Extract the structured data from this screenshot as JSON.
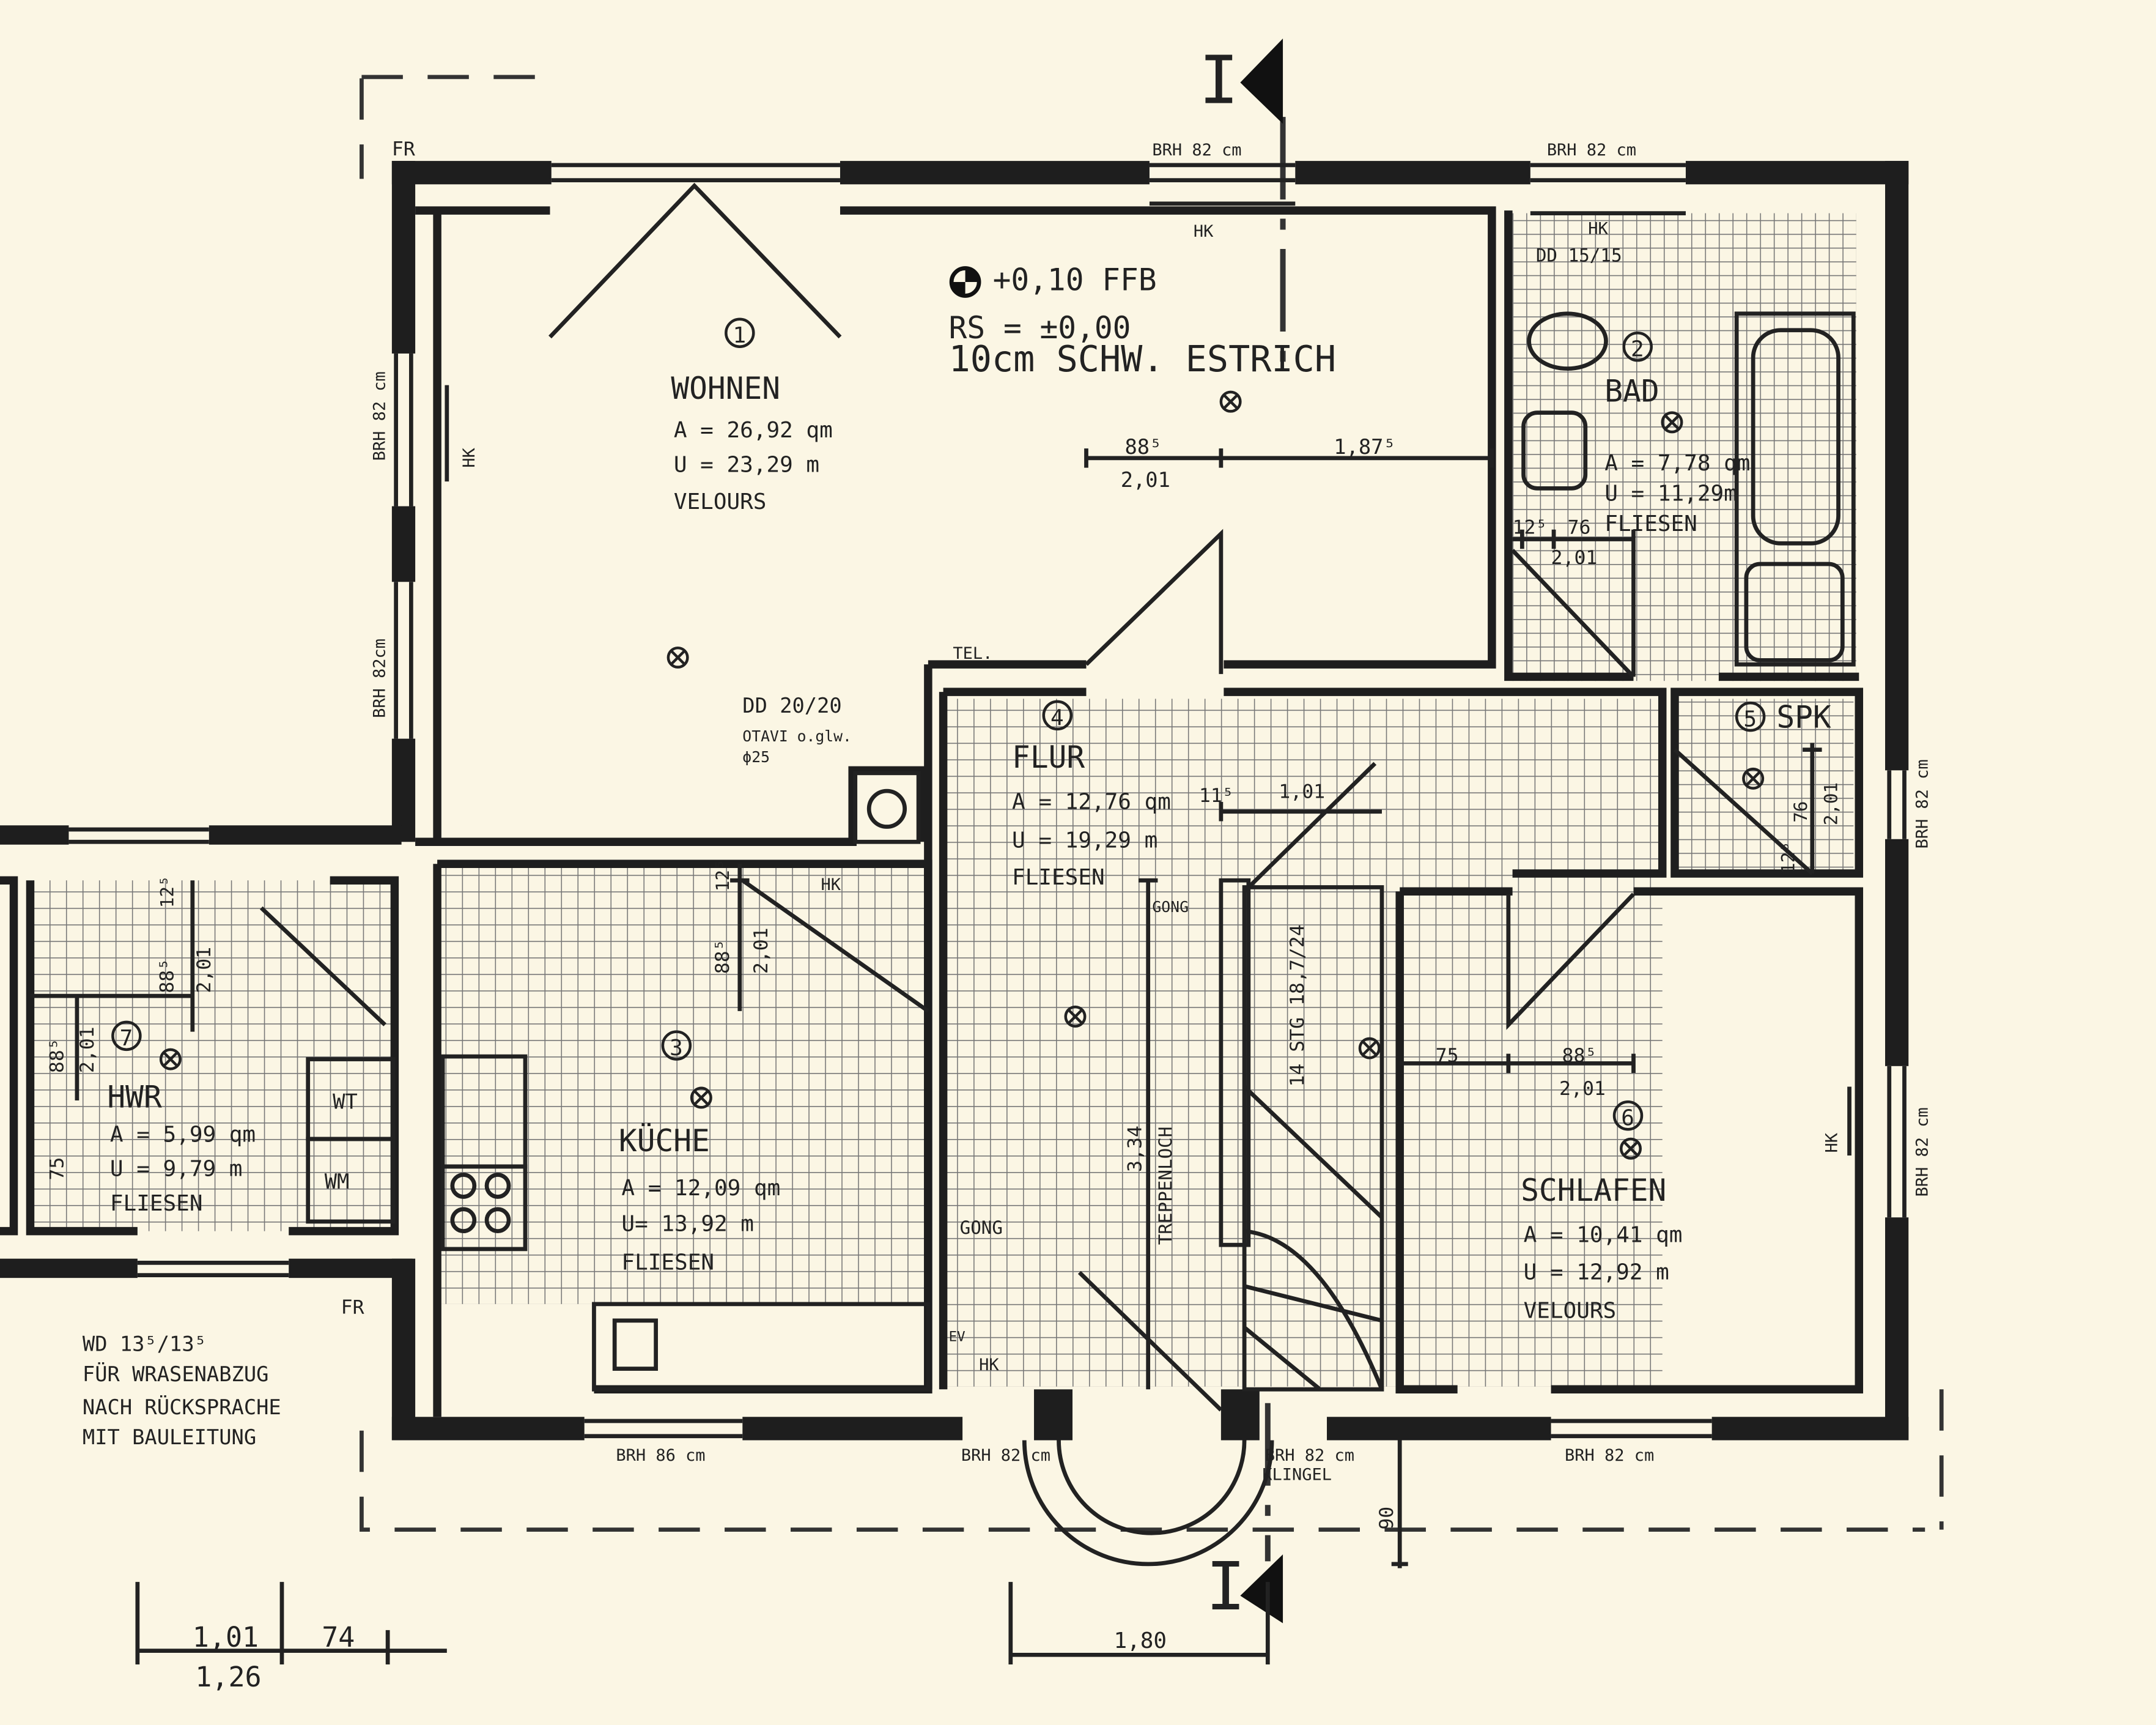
{
  "section_marker": "I",
  "level": {
    "ffb": "+0,10 FFB",
    "rs": "RS = ±0,00",
    "estrich": "10cm SCHW. ESTRICH"
  },
  "rooms": [
    {
      "id": "1",
      "name": "WOHNEN",
      "area": "A = 26,92 qm",
      "perimeter": "U = 23,29 m",
      "floor": "VELOURS"
    },
    {
      "id": "2",
      "name": "BAD",
      "area": "A = 7,78 qm",
      "perimeter": "U = 11,29m",
      "floor": "FLIESEN"
    },
    {
      "id": "3",
      "name": "KÜCHE",
      "area": "A = 12,09 qm",
      "perimeter": "U= 13,92 m",
      "floor": "FLIESEN"
    },
    {
      "id": "4",
      "name": "FLUR",
      "area": "A = 12,76 qm",
      "perimeter": "U = 19,29 m",
      "floor": "FLIESEN"
    },
    {
      "id": "5",
      "name": "SPK",
      "area": "",
      "perimeter": "",
      "floor": ""
    },
    {
      "id": "6",
      "name": "SCHLAFEN",
      "area": "A = 10,41 qm",
      "perimeter": "U = 12,92 m",
      "floor": "VELOURS"
    },
    {
      "id": "7",
      "name": "HWR",
      "area": "A = 5,99 qm",
      "perimeter": "U = 9,79 m",
      "floor": "FLIESEN"
    }
  ],
  "window_labels": {
    "brh_top_1": "BRH 82 cm",
    "brh_top_2": "BRH 82 cm",
    "brh_left_1": "BRH 82 cm",
    "brh_left_2": "BRH 82cm",
    "brh_right_1": "BRH 82 cm",
    "brh_right_2": "BRH 82 cm",
    "brh_bottom_1": "BRH 86 cm",
    "brh_bottom_2": "BRH 82 cm",
    "brh_bottom_3": "BRH 82 cm",
    "brh_bottom_4": "BRH 82 cm",
    "hk": "HK"
  },
  "annotations": {
    "fr": "FR",
    "tel": "TEL.",
    "dd_bad": "DD 15/15",
    "dd_20": "DD 20/20",
    "otavi": "OTAVI o.glw.",
    "phi": "ϕ25",
    "gong": "GONG",
    "klingel": "KLINGEL",
    "treppenloch": "TREPPENLOCH",
    "stairs": "14 STG 18,7/24",
    "wt": "WT",
    "wm": "WM",
    "ev": "EV",
    "wd": "WD 13⁵/13⁵",
    "wrasen_1": "FÜR WRASENABZUG",
    "wrasen_2": "NACH RÜCKSPRACHE",
    "wrasen_3": "MIT BAULEITUNG"
  },
  "dimensions": {
    "wohnen_885": "88⁵",
    "wohnen_201": "2,01",
    "wohnen_1875": "1,87⁵",
    "bad_125": "12⁵",
    "bad_76": "76",
    "bad_201": "2,01",
    "flur_115": "11⁵",
    "flur_101": "1,01",
    "flur_334": "3,34",
    "spk_125": "12⁵",
    "spk_76": "76",
    "spk_201": "2,01",
    "schlafen_75": "75",
    "schlafen_885": "88⁵",
    "schlafen_201": "2,01",
    "kueche_125": "12⁵",
    "kueche_885": "88⁵",
    "kueche_201": "2,01",
    "hwr_125": "12⁵",
    "hwr_885a": "88⁵",
    "hwr_201a": "2,01",
    "hwr_885b": "88⁵",
    "hwr_201b": "2,01",
    "hwr_75": "75",
    "bottom_101": "1,01",
    "bottom_74": "74",
    "bottom_126": "1,26",
    "bottom_90": "90",
    "bottom_180": "1,80"
  }
}
